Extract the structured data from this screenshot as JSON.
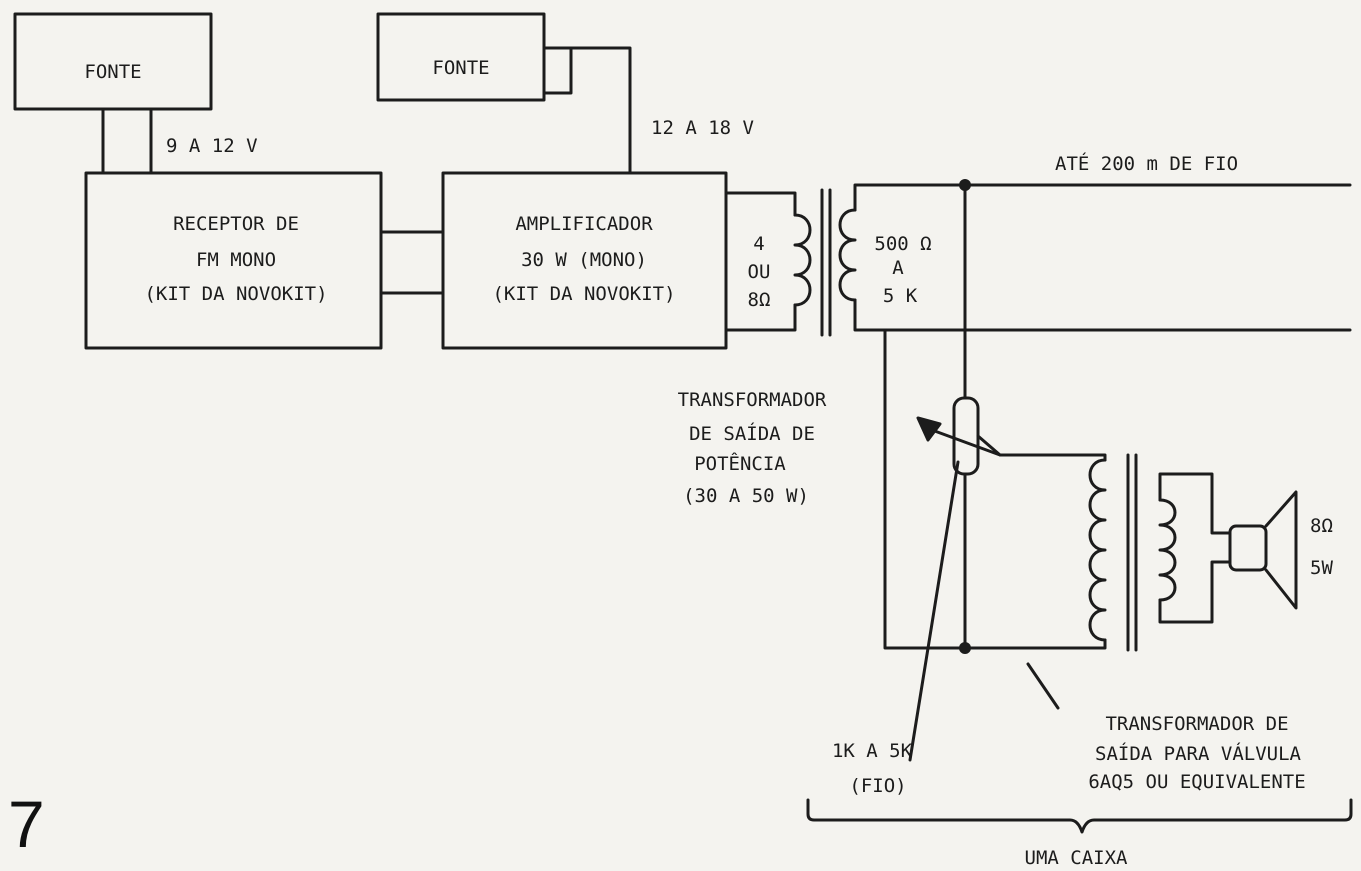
{
  "background_text": {
    "left_column": [
      "",
      "",
      "",
      "",
      "",
      "",
      "",
      "",
      "",
      "",
      "",
      "",
      "",
      "",
      "",
      "",
      "",
      "",
      "",
      "",
      "",
      "",
      "",
      "",
      ""
    ],
    "middle_column": [],
    "right_column": []
  },
  "blocks": {
    "fonte_1": "FONTE",
    "fonte_2": "FONTE",
    "receptor": [
      "RECEPTOR  DE",
      "FM   MONO",
      "(KIT   DA   NOVOKIT)"
    ],
    "amplificador": [
      "AMPLIFICADOR",
      "30 W   (MONO)",
      "(KIT   DA   NOVOKIT)"
    ]
  },
  "voltages": {
    "receptor_supply": "9 A 12 V",
    "amp_supply": "12 A 18 V"
  },
  "transformer_1": {
    "primary": [
      "4",
      "OU",
      "8Ω"
    ],
    "secondary": [
      "500 Ω",
      "A",
      "5 K"
    ],
    "caption": [
      "TRANSFORMADOR",
      "DE   SAÍDA   DE",
      "POTÊNCIA",
      "(30  A  50 W)"
    ]
  },
  "line_label": "ATÉ  200 m  DE  FIO",
  "potentiometer_caption": [
    "1K   A   5K",
    "(FIO)"
  ],
  "speaker_rating": [
    "8Ω",
    "5W"
  ],
  "transformer_2_caption": [
    "TRANSFORMADOR  DE",
    "SAÍDA  PARA  VÁLVULA",
    "6AQ5  OU  EQUIVALENTE"
  ],
  "enclosure_label": "UMA   CAIXA",
  "page_number": "7"
}
